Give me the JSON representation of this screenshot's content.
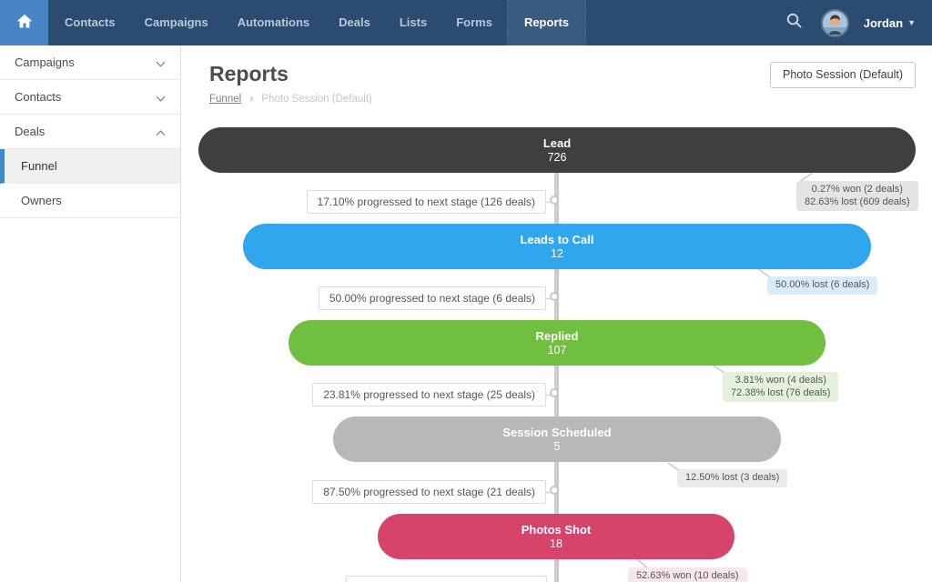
{
  "navbar": {
    "items": [
      "Contacts",
      "Campaigns",
      "Automations",
      "Deals",
      "Lists",
      "Forms",
      "Reports"
    ],
    "active_item": "Reports",
    "user_name": "Jordan",
    "colors": {
      "bar": "#2b4b70",
      "active_tab": "#395b80",
      "home_tile": "#4785c4"
    }
  },
  "sidebar": {
    "items": [
      {
        "label": "Campaigns",
        "chevron": "down"
      },
      {
        "label": "Contacts",
        "chevron": "down"
      },
      {
        "label": "Deals",
        "chevron": "up"
      },
      {
        "label": "Funnel",
        "active": true
      },
      {
        "label": "Owners"
      }
    ]
  },
  "header": {
    "title": "Reports",
    "breadcrumb": {
      "link": "Funnel",
      "separator": "›",
      "current": "Photo Session (Default)"
    },
    "report_selector": "Photo Session (Default)"
  },
  "chart_data": {
    "type": "funnel",
    "title": "Photo Session (Default)",
    "stages": [
      {
        "name": "Lead",
        "count": "726",
        "color": "#3f3f3f",
        "badge": {
          "color": "#e4e4e4",
          "lines": [
            "0.27% won (2 deals)",
            "82.63% lost (609 deals)"
          ]
        }
      },
      {
        "name": "Leads to Call",
        "count": "12",
        "color": "#30a6ef",
        "badge": {
          "color": "#d9ecfa",
          "lines": [
            "50.00% lost (6 deals)"
          ]
        }
      },
      {
        "name": "Replied",
        "count": "107",
        "color": "#70bf41",
        "badge": {
          "color": "#e4f1da",
          "lines": [
            "3.81% won (4 deals)",
            "72.38% lost (76 deals)"
          ]
        }
      },
      {
        "name": "Session Scheduled",
        "count": "5",
        "color": "#b8b8b8",
        "badge": {
          "color": "#eaeaea",
          "lines": [
            "12.50% lost (3 deals)"
          ]
        }
      },
      {
        "name": "Photos Shot",
        "count": "18",
        "color": "#d6446c",
        "badge": {
          "color": "#f6e7ec",
          "lines": [
            "52.63% won (10 deals)"
          ]
        }
      }
    ],
    "transitions": [
      "17.10% progressed to next stage (126 deals)",
      "50.00% progressed to next stage (6 deals)",
      "23.81% progressed to next stage (25 deals)",
      "87.50% progressed to next stage (21 deals)"
    ]
  }
}
